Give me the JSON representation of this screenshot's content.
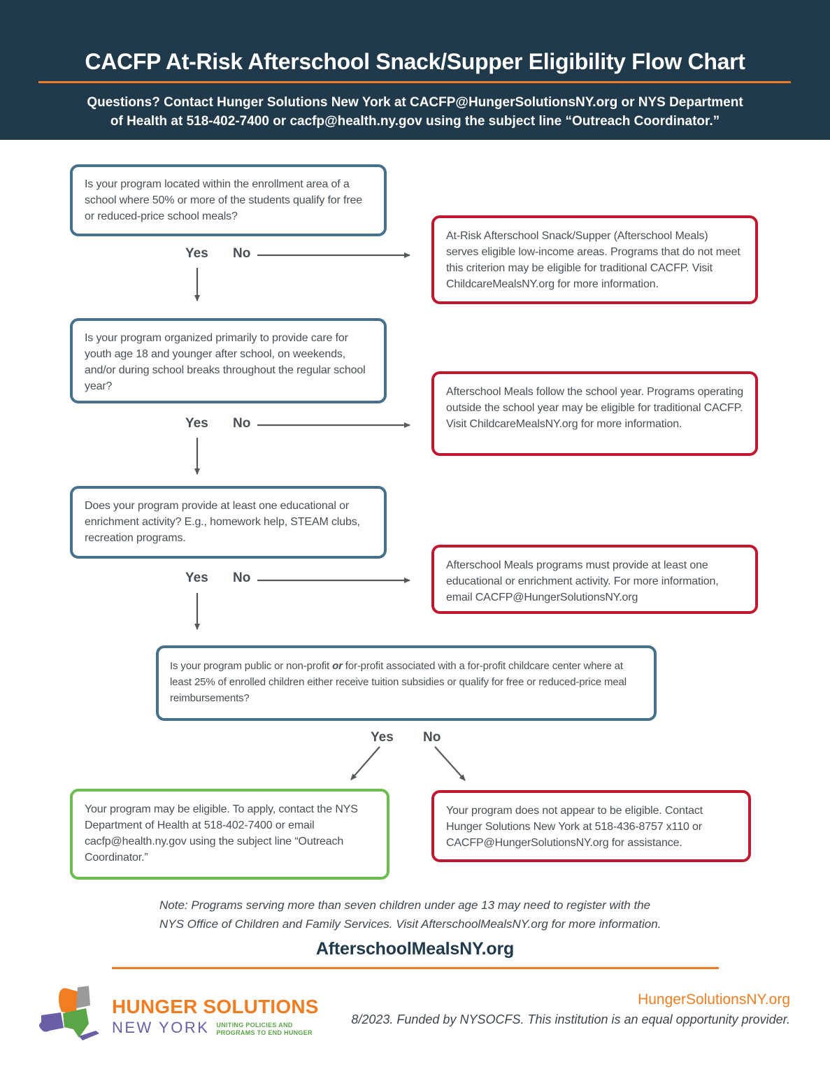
{
  "colors": {
    "navy": "#203a4b",
    "orange": "#ee7a25",
    "blue-border": "#45718d",
    "red-border": "#c2182f",
    "green-border": "#6cbd4f",
    "text": "#474f54",
    "arrow": "#55585a",
    "purple": "#6a5fa7",
    "logo-orange": "#f07d22",
    "logo-green": "#5aa646",
    "logo-gray": "#9a9a9a"
  },
  "header": {
    "title": "CACFP At-Risk Afterschool Snack/Supper Eligibility Flow Chart",
    "contact_line1": "Questions? Contact Hunger Solutions New York at CACFP@HungerSolutionsNY.org or NYS Department",
    "contact_line2": "of Health at 518-402-7400 or cacfp@health.ny.gov using the subject line “Outreach Coordinator.”"
  },
  "flow": {
    "yes_label": "Yes",
    "no_label": "No",
    "question1": "Is your program located within the enrollment area of a school where 50% or more of the students qualify for free or reduced-price school meals?",
    "outcome1": "At-Risk Afterschool Snack/Supper (Afterschool Meals) serves eligible low-income areas. Programs that do not meet this criterion may be eligible for traditional CACFP. Visit ChildcareMealsNY.org for more information.",
    "question2": "Is your program organized primarily to provide care for youth age 18 and younger after school, on weekends, and/or during school breaks throughout the regular school year?",
    "outcome2": "Afterschool Meals follow the school year. Programs operating outside the school year may be eligible for traditional CACFP. Visit ChildcareMealsNY.org for more information.",
    "question3": "Does your program provide at least one educational or enrichment activity? E.g., homework help, STEAM clubs, recreation programs.",
    "outcome3": "Afterschool Meals programs must provide at least one educational or enrichment activity. For more information, email CACFP@HungerSolutionsNY.org",
    "question4_part1": "Is your program public or non-profit ",
    "question4_or": "or",
    "question4_part2": " for-profit associated with a for-profit childcare center where at least 25% of enrolled children either receive tuition subsidies or qualify for free or reduced-price meal reimbursements?",
    "outcome_eligible": "Your program may be eligible. To apply, contact the NYS Department of Health at 518-402-7400 or email cacfp@health.ny.gov using the subject line “Outreach Coordinator.”",
    "outcome_not_eligible": "Your program does not appear to be eligible. Contact Hunger Solutions New York at 518-436-8757 x110 or CACFP@HungerSolutionsNY.org for assistance."
  },
  "note": {
    "line1": "Note: Programs serving more than seven children under age 13 may need to register with the",
    "line2": "NYS Office of Children and Family Services. Visit AfterschoolMealsNY.org for more information."
  },
  "site_link": "AfterschoolMealsNY.org",
  "footer": {
    "logo_line1": "HUNGER SOLUTIONS",
    "logo_line2": "NEW YORK",
    "logo_tagline1": "UNITING POLICIES AND",
    "logo_tagline2": "PROGRAMS TO END HUNGER",
    "website": "HungerSolutionsNY.org",
    "credit": "8/2023. Funded by NYSOCFS. This institution is an equal opportunity provider."
  }
}
